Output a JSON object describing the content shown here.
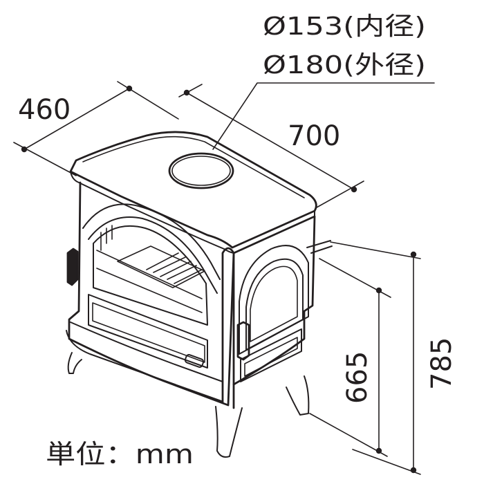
{
  "diagram": {
    "flue_inner": "Ø153(内径)",
    "flue_outer": "Ø180(外径)",
    "depth": "460",
    "width": "700",
    "height_to_flue": "665",
    "height_total": "785",
    "unit": "単位：mm"
  }
}
